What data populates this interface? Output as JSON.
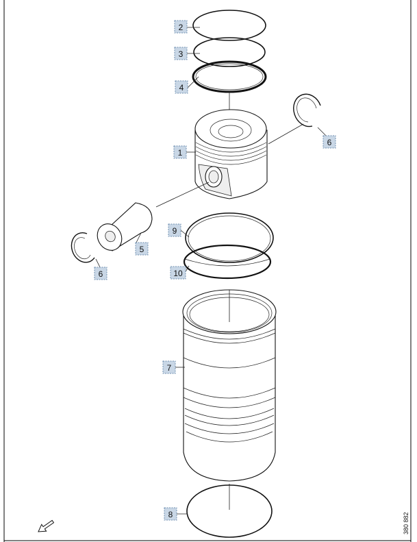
{
  "diagram": {
    "callouts": [
      {
        "id": "c1",
        "label": "1"
      },
      {
        "id": "c2",
        "label": "2"
      },
      {
        "id": "c3",
        "label": "3"
      },
      {
        "id": "c4",
        "label": "4"
      },
      {
        "id": "c5",
        "label": "5"
      },
      {
        "id": "c6a",
        "label": "6"
      },
      {
        "id": "c6b",
        "label": "6"
      },
      {
        "id": "c7",
        "label": "7"
      },
      {
        "id": "c8",
        "label": "8"
      },
      {
        "id": "c9",
        "label": "9"
      },
      {
        "id": "c10",
        "label": "10"
      }
    ],
    "document_number": "380 882",
    "direction_arrow_icon": "front-arrow-icon"
  }
}
